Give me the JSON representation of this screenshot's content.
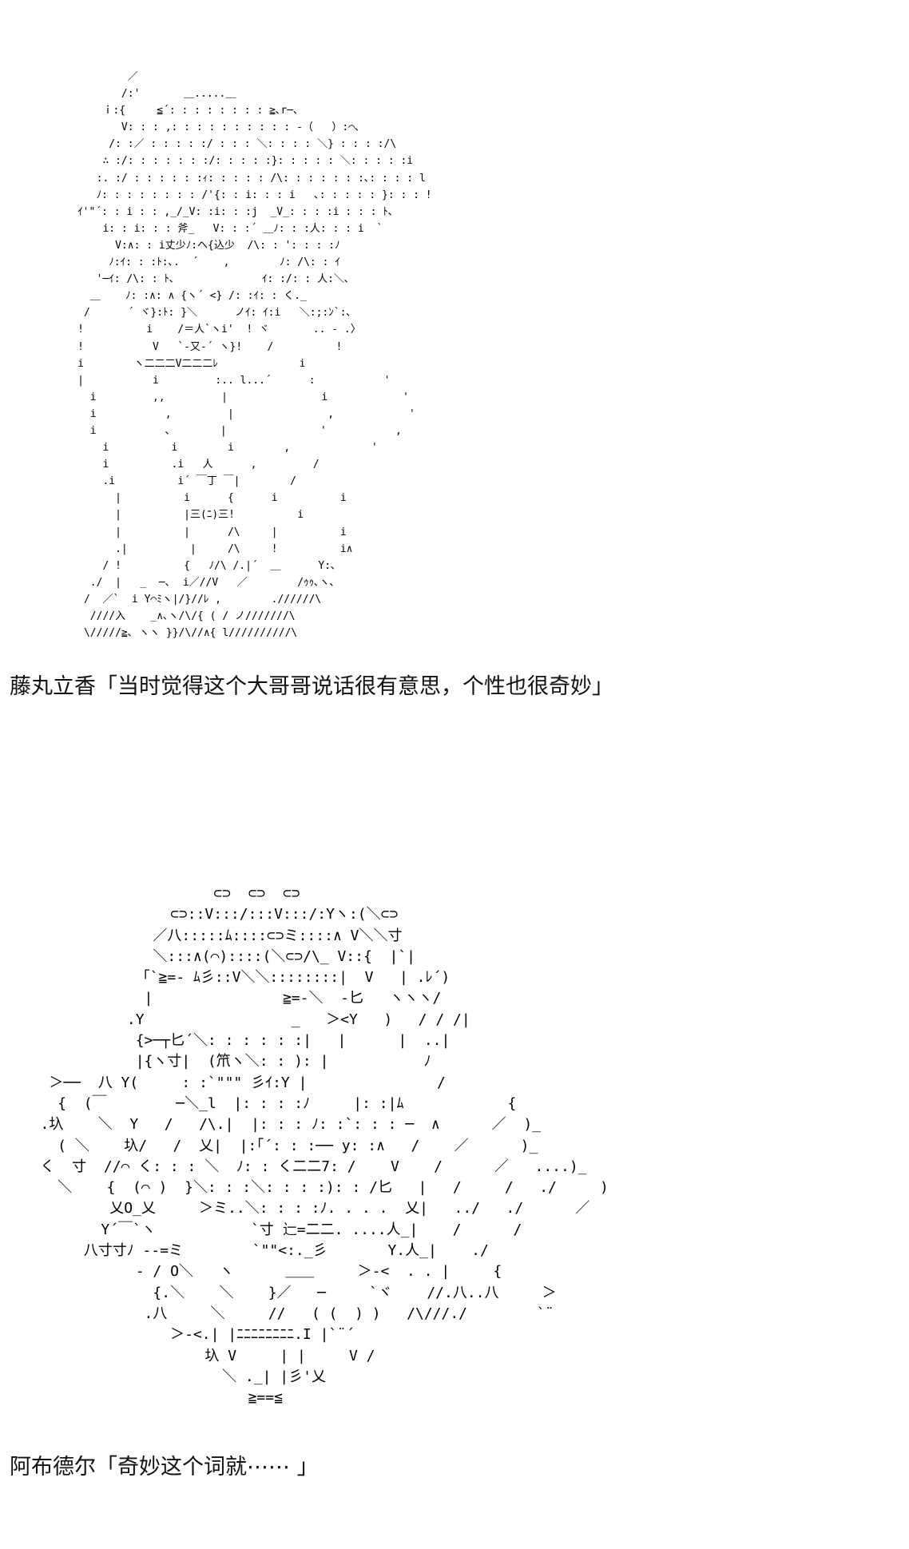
{
  "panels": [
    {
      "ascii_art": "             ／\n            /:'       ＿.....＿\n         ｉ:{     ≦´: : : : : : : : ≧､r─､\n            V: : : ,: : : : : : : : : : ‐（   ）:⌒､\n          /: :／ : : : : :/ : : : ＼: : : : ＼} : : : :/\\\n         ∴ :/: : : : : : :/: : : : :}: : : : : ＼: : : : :i\n        :. :/ : : : : : :ｨ: : : : : /\\: : : : : : :､: : : : l\n        ﾉ: : : : : : : : /'{: : i: : : i   ､: : : : : }: : : !\n     ｲ'\"´: : i : : ,_/_V: :i: : :j  _V_: : : :i : : : ﾄ､\n         i: : i: : : 斧_   V: : :´ ＿ﾉ: : :人: : : i  `\n           V:∧: : i丈少ﾉ:ヘ{込少  /\\: : ': : : :ﾉ\n          ﾉ:ｲ: : :ﾄ:､.  ´    ,        ﾉ: /\\: : ｲ\n        '─ｲ: /\\: : ﾄ､              ｲ: :/: : 人:＼､\n       ＿    ﾉ: :∧: ∧ {ヽ´ <} /: :ｲ: : く._\n      /      ´ ヾ}:ﾄ: }＼      ノｲ: ｲ:i   ＼:;:ﾝ`:､\n     !          i    /＝人`ヽi'  ! ヾ       .. ‐ .〉\n     !           V   `-又-´ ヽ}!    /          !\n     i        ヽ二二二V二二二ﾚ             i\n     |           i         :.. l...´      :           '\n       i         ,,         |               i            '\n       i           ,         |               ,            '\n       i           ､        |               '           ,\n         i          i        i        ,             '\n         i          .i   人      ,         /\n         .i          i´ ￣丁 ￣|        /\n           |          i      {      i          i\n           |          |三(ﾆ)三!          i\n           |          |      /\\     |          i\n           .|          |     /\\     !          i∧\n         / !          {   ﾉ/\\ /.|´  ＿      Y:､\n       ./  |   _  ─､  i／//V   ／        /ｩｩ､ヽ､\n      /  ／`  i Y⌒ﾐヽ|/}//ﾚ ,        .//////\\\n       ////入    _∧､ヽ/\\/{ ( / ノ///////\\\n      \\/////≧､ ヽヽ }}/\\//∧{ l//////////\\",
      "caption": "藤丸立香「当时觉得这个大哥哥说话很有意思，个性也很奇妙」"
    },
    {
      "ascii_art": "                       ⊂⊃  ⊂⊃  ⊂⊃\n                  ⊂⊃::V:::/:::V:::/:Yヽ:(＼⊂⊃\n                ／八:::::ﾑ::::⊂⊃ミ::::∧ V＼＼寸\n                ＼:::∧(⌒)::::(＼⊂⊃/\\_ V::{  |`|\n              「`≧=‐ ﾑ彡::V＼＼::::::::|  V   | .ﾚ´)\n               |               ≧=‐＼  ‐匕   ヽヽヽ/\n             .Y                 _   ＞<Y   )   / / /|\n              {>─┬匕´＼: : : : : :|   |      |  ..|\n              |{ヽ寸|  (笊ヽ＼: : ): |           ﾉ\n    ＞──  八 Y(     : :`\"\"\" 彡ｲ:Y |               /\n     {  (￣        ─＼_l  |: : : :ﾉ     |: :|ﾑ            {\n   .圦    ＼  Y   /   /\\.|  |: : : ﾉ: :`: : : ─  ∧      ／  )_\n     ( ＼    圦/   /  乂|  |:｢´: : :── y: :∧   /    ／      )_\n   く  寸  //⌒ く: : : ＼  ﾉ: : く二二7: /    V    /      ／   ....)_\n     ＼    {  (⌒ )  }＼: : :＼: : : :): : /匕   |   /     /   ./     )\n           乂O_乂     ＞ミ..＼: : : :ﾉ. . . .  乂|   ../   ./      ／\n          Y´￣`ヽ           `寸 辷=二二. ....人_|    /      /\n        八寸寸ﾉ ‐‐=ミ        `\"\"<:._彡       Y.人_|    ./\n              ‐ / O＼   ヽ      ＿＿     ＞‐<  . . |     {\n                {.＼    ＼    }／   ─     `ヾ    //.八..八     ＞\n               .八     ＼     //   ( (  ) )   /\\///./        `¨\n                  ＞‐<.| |ﾆﾆﾆﾆﾆﾆﾆﾆ.I |`¨´\n                      圦 V     | |     V /\n                        ＼ ._| |彡'乂\n                           ≧==≦",
      "caption": "阿布德尔「奇妙这个词就⋯⋯ 」"
    }
  ]
}
